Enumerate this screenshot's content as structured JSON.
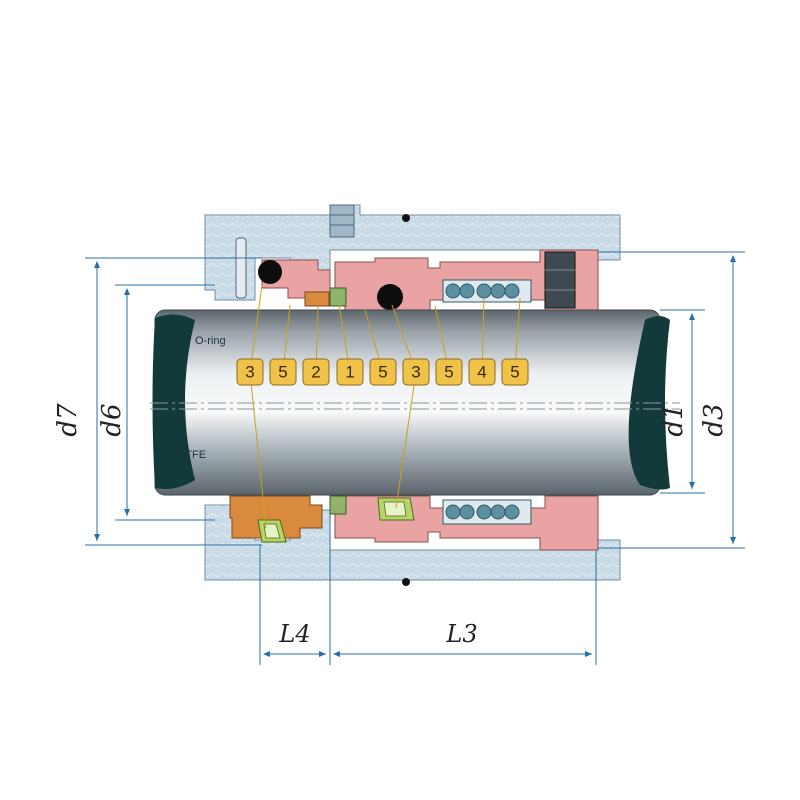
{
  "labels": {
    "o_ring": "O-ring",
    "ptfe": "PTFE"
  },
  "callouts": [
    "3",
    "5",
    "2",
    "1",
    "5",
    "3",
    "5",
    "4",
    "5"
  ],
  "dimensions": {
    "d7": "d7",
    "d6": "d6",
    "d1": "d1",
    "d3": "d3",
    "L4": "L4",
    "L3": "L3"
  },
  "colors": {
    "housing": "#c9dbe6",
    "housing_stroke": "#6f8ea3",
    "seal_ring": "#e9a3a3",
    "seal_ring_stroke": "#8a4d4d",
    "orange_part": "#d98a3c",
    "green_part": "#8fb36a",
    "spring": "#5c8fa0",
    "shaft_dark": "#133a3a",
    "dim_line": "#2a6fa8",
    "callout_fill": "#f1c24a",
    "callout_stroke": "#8a6a1a"
  }
}
